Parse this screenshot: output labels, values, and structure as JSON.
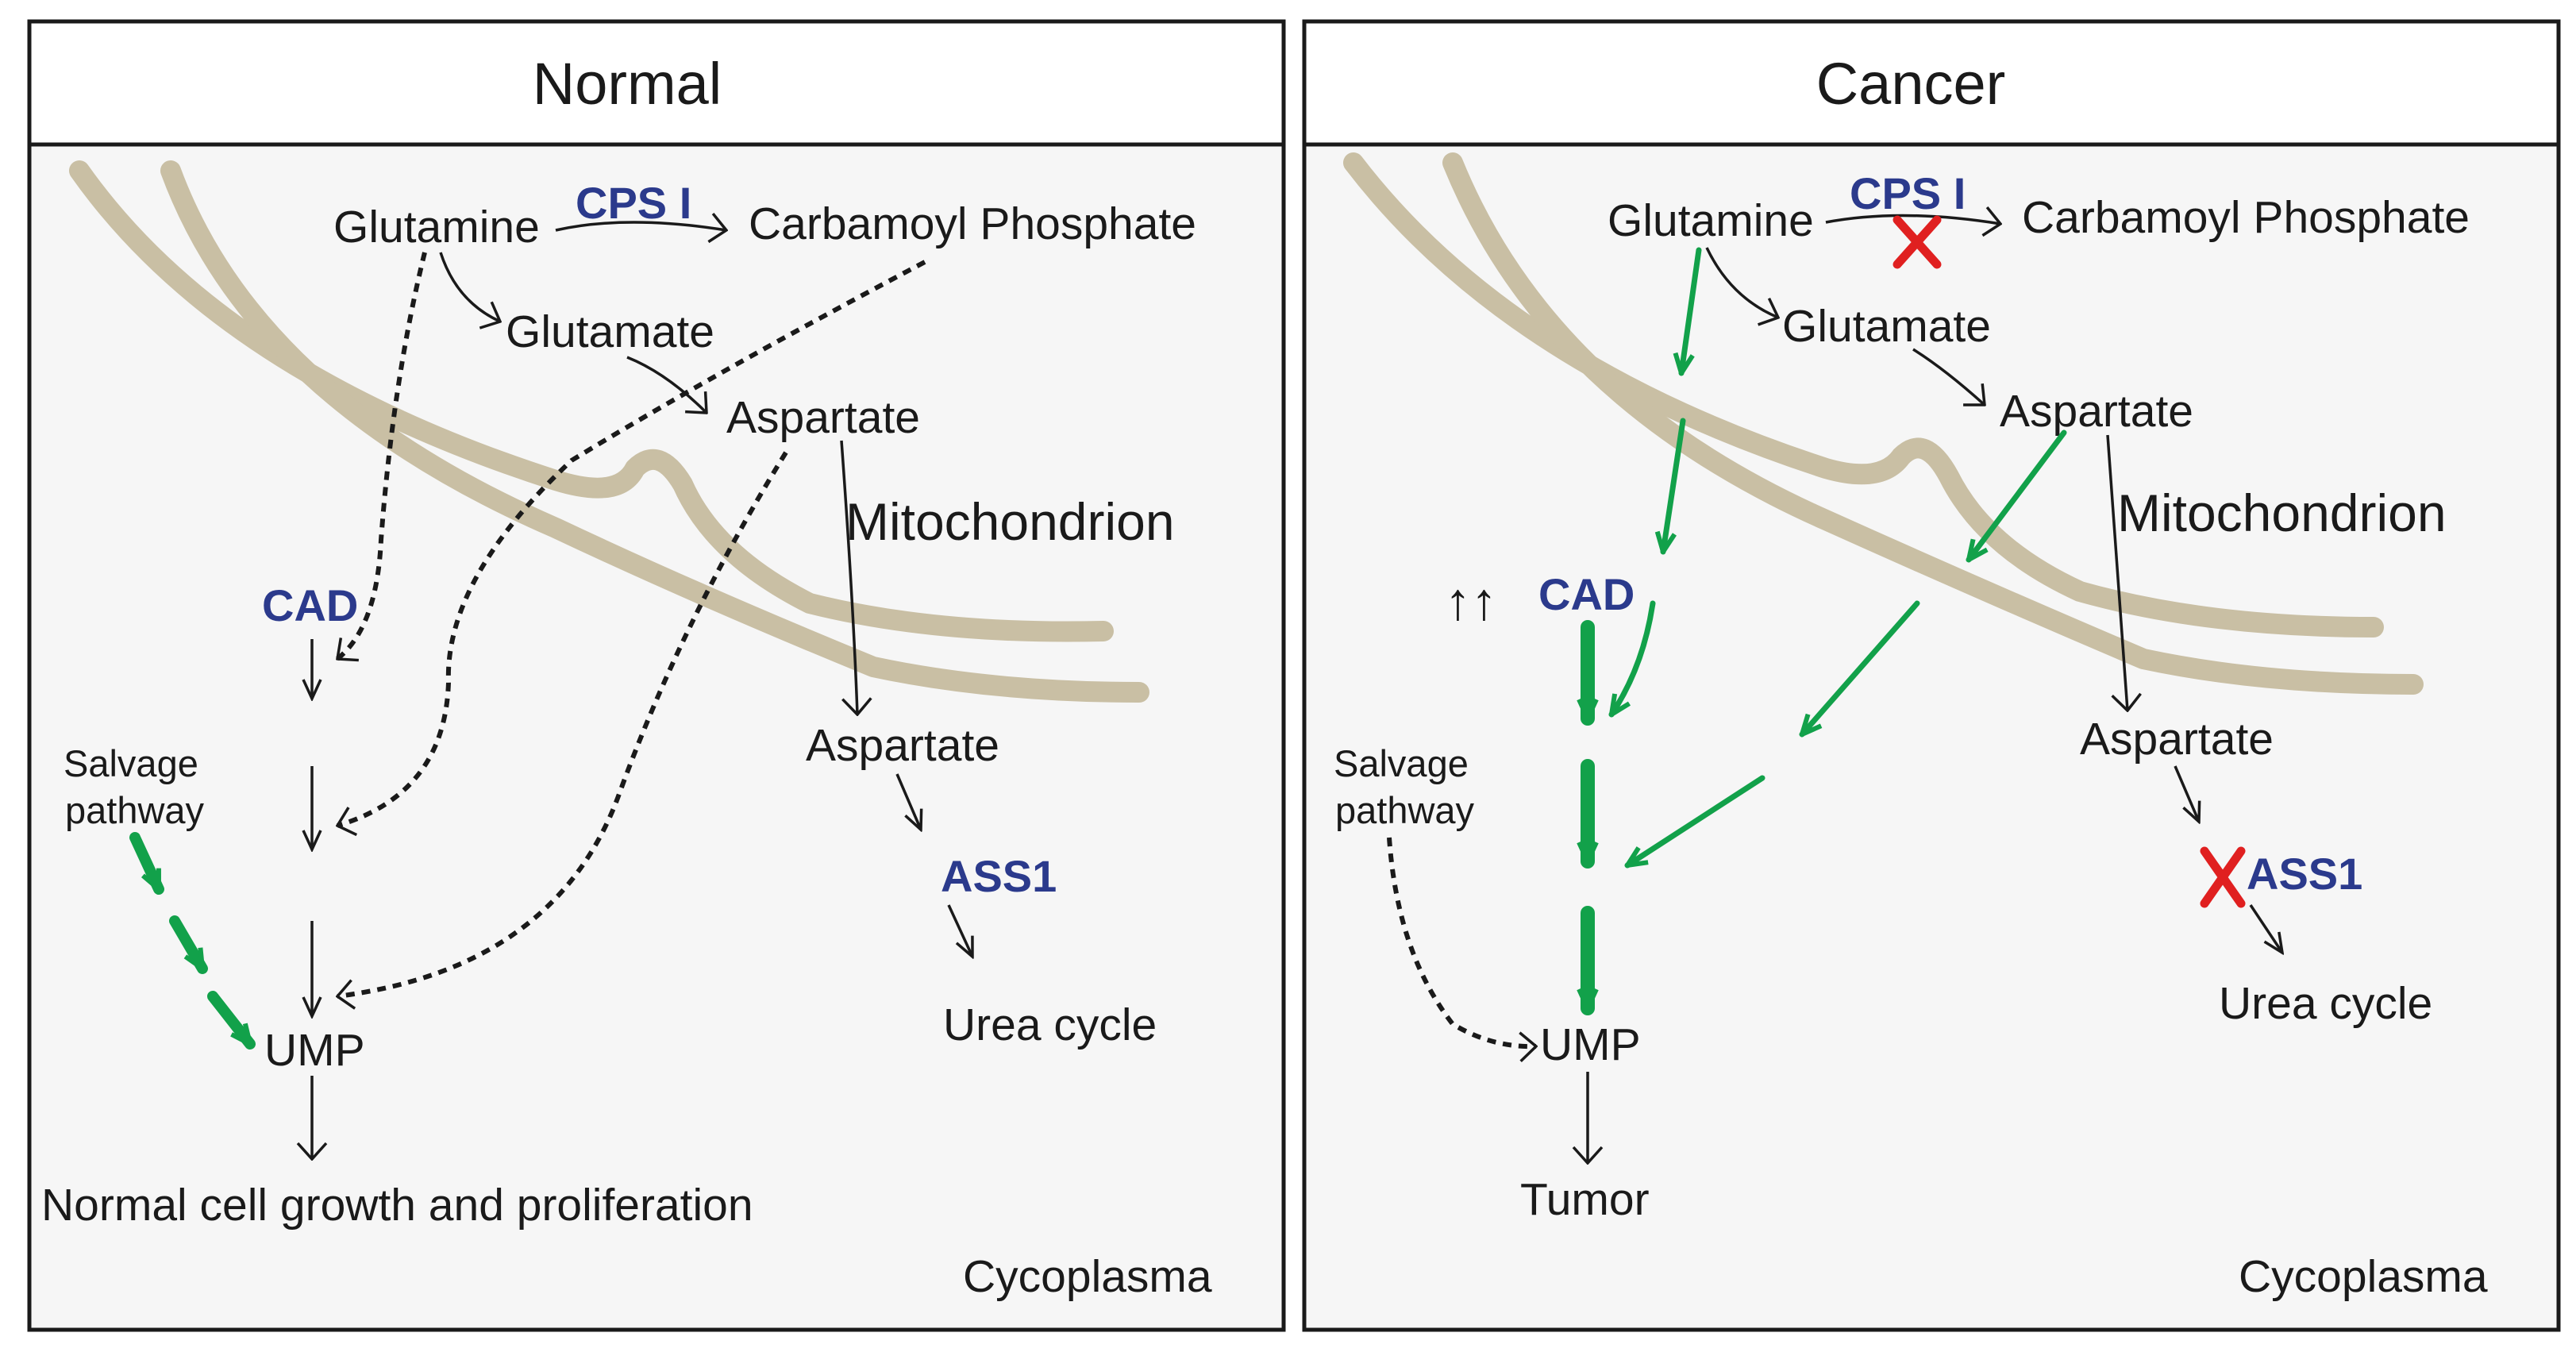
{
  "panels": {
    "normal": {
      "title": "Normal",
      "glutamine": "Glutamine",
      "cps1": "CPS I",
      "carbamoyl_phosphate": "Carbamoyl Phosphate",
      "glutamate": "Glutamate",
      "aspartate_mito": "Aspartate",
      "mitochondrion": "Mitochondrion",
      "cad": "CAD",
      "aspartate_cyto": "Aspartate",
      "ass1": "ASS1",
      "urea_cycle": "Urea cycle",
      "salvage_line1": "Salvage",
      "salvage_line2": "pathway",
      "ump": "UMP",
      "outcome": "Normal cell growth and proliferation",
      "compartment": "Cycoplasma"
    },
    "cancer": {
      "title": "Cancer",
      "glutamine": "Glutamine",
      "cps1": "CPS I",
      "carbamoyl_phosphate": "Carbamoyl Phosphate",
      "glutamate": "Glutamate",
      "aspartate_mito": "Aspartate",
      "mitochondrion": "Mitochondrion",
      "cad_up_marker": "↑↑",
      "cad": "CAD",
      "aspartate_cyto": "Aspartate",
      "ass1": "ASS1",
      "urea_cycle": "Urea cycle",
      "salvage_line1": "Salvage",
      "salvage_line2": "pathway",
      "ump": "UMP",
      "outcome": "Tumor",
      "compartment": "Cycoplasma"
    }
  },
  "colors": {
    "enzyme": "#2b3a8c",
    "upregulated_flux": "#12a14a",
    "inhibition": "#e02020",
    "membrane": "#c9bfa4"
  },
  "icons": {
    "inhibition_mark": "red-x-icon"
  }
}
